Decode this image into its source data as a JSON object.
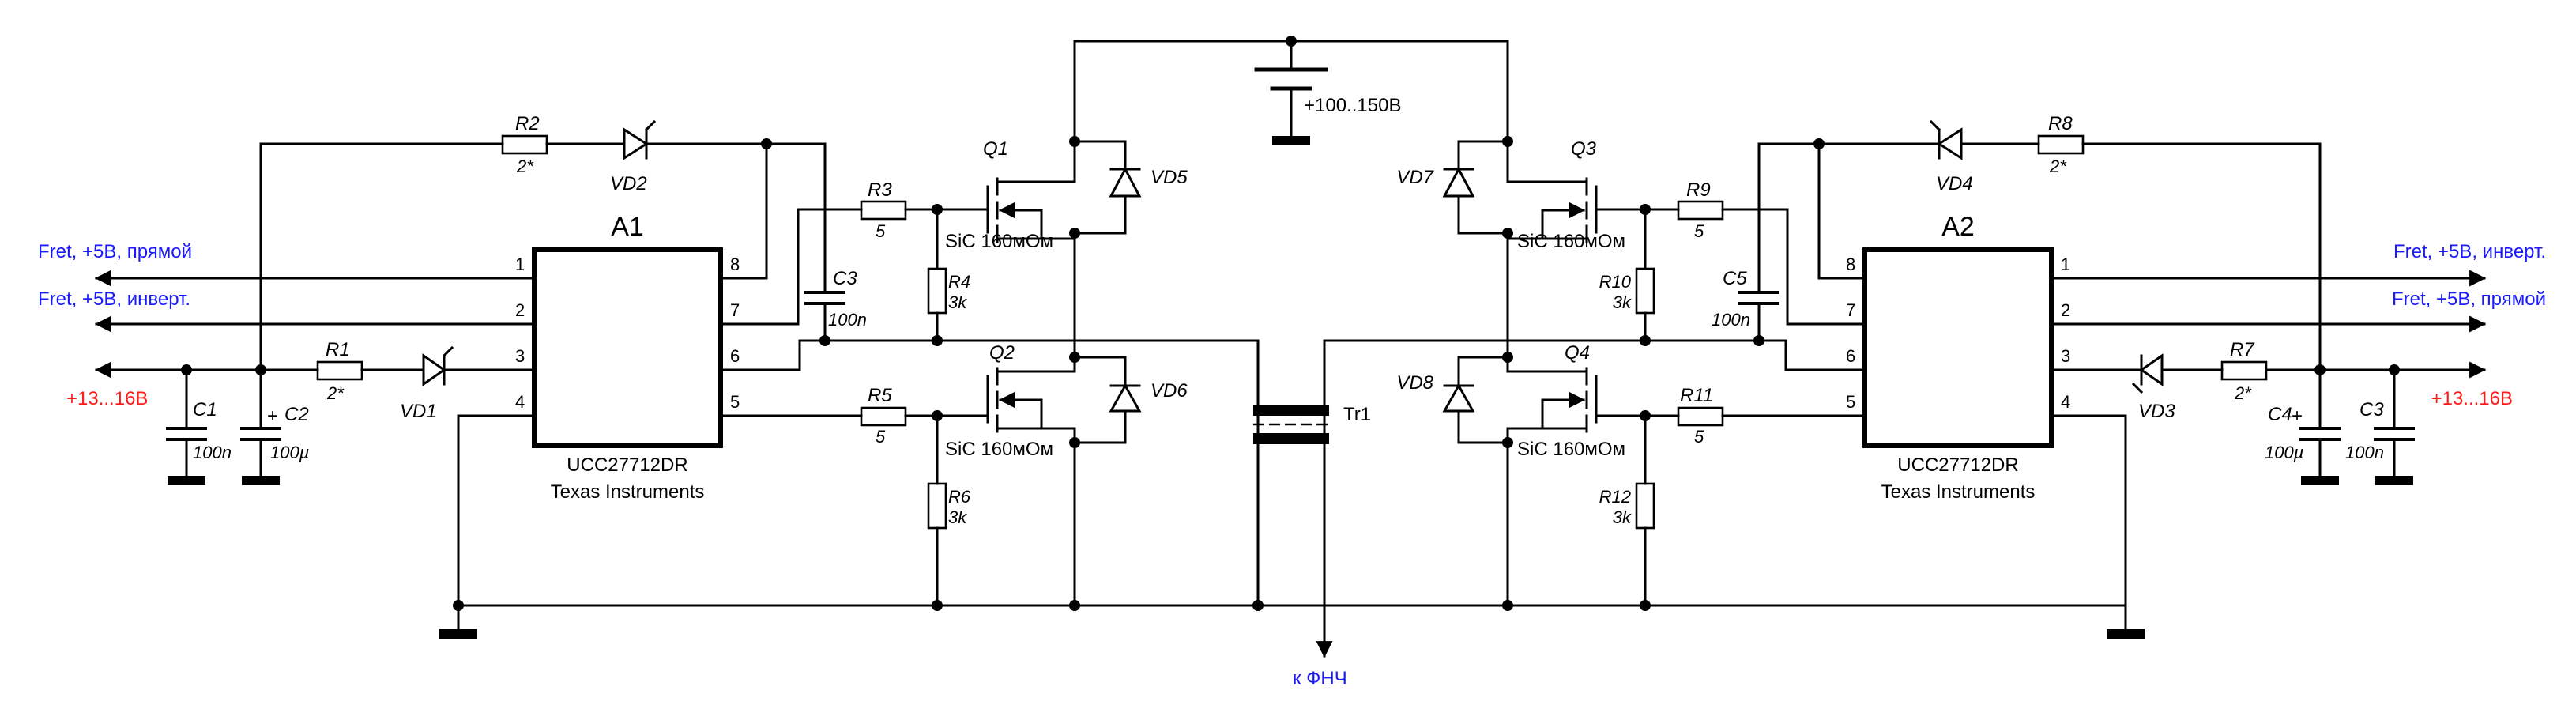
{
  "supply": {
    "hv": "+100..150В"
  },
  "output": {
    "label": "к ФНЧ"
  },
  "left": {
    "ic_ref": "A1",
    "ic_part": "UCC27712DR",
    "ic_maker": "Texas Instruments",
    "in1": "Fret, +5В, прямой",
    "in2": "Fret, +5В, инверт.",
    "power": "+13...16В",
    "pins": [
      "1",
      "2",
      "3",
      "4",
      "5",
      "6",
      "7",
      "8"
    ]
  },
  "right": {
    "ic_ref": "A2",
    "ic_part": "UCC27712DR",
    "ic_maker": "Texas Instruments",
    "in1": "Fret, +5В, инверт.",
    "in2": "Fret, +5В, прямой",
    "power": "+13...16В",
    "pins": [
      "1",
      "2",
      "3",
      "4",
      "5",
      "6",
      "7",
      "8"
    ]
  },
  "components": {
    "R1": {
      "ref": "R1",
      "val": "2*"
    },
    "R2": {
      "ref": "R2",
      "val": "2*"
    },
    "R3": {
      "ref": "R3",
      "val": "5"
    },
    "R4": {
      "ref": "R4",
      "val": "3k"
    },
    "R5": {
      "ref": "R5",
      "val": "5"
    },
    "R6": {
      "ref": "R6",
      "val": "3k"
    },
    "R7": {
      "ref": "R7",
      "val": "2*"
    },
    "R8": {
      "ref": "R8",
      "val": "2*"
    },
    "R9": {
      "ref": "R9",
      "val": "5"
    },
    "R10": {
      "ref": "R10",
      "val": "3k"
    },
    "R11": {
      "ref": "R11",
      "val": "5"
    },
    "R12": {
      "ref": "R12",
      "val": "3k"
    },
    "C1": {
      "ref": "C1",
      "val": "100n"
    },
    "C2": {
      "ref": "C2",
      "val": "100µ"
    },
    "C3": {
      "ref": "C3",
      "val": "100n"
    },
    "C3b": {
      "ref": "C3",
      "val": "100n"
    },
    "C4": {
      "ref": "C4",
      "val": "100µ"
    },
    "C5": {
      "ref": "C5",
      "val": "100n"
    },
    "VD1": "VD1",
    "VD2": "VD2",
    "VD3": "VD3",
    "VD4": "VD4",
    "VD5": "VD5",
    "VD6": "VD6",
    "VD7": "VD7",
    "VD8": "VD8",
    "Q1": {
      "ref": "Q1",
      "val": "SiC 160мОм"
    },
    "Q2": {
      "ref": "Q2",
      "val": "SiC 160мОм"
    },
    "Q3": {
      "ref": "Q3",
      "val": "SiC 160мОм"
    },
    "Q4": {
      "ref": "Q4",
      "val": "SiC 160мОм"
    },
    "Tr1": "Tr1",
    "plus": "+"
  }
}
